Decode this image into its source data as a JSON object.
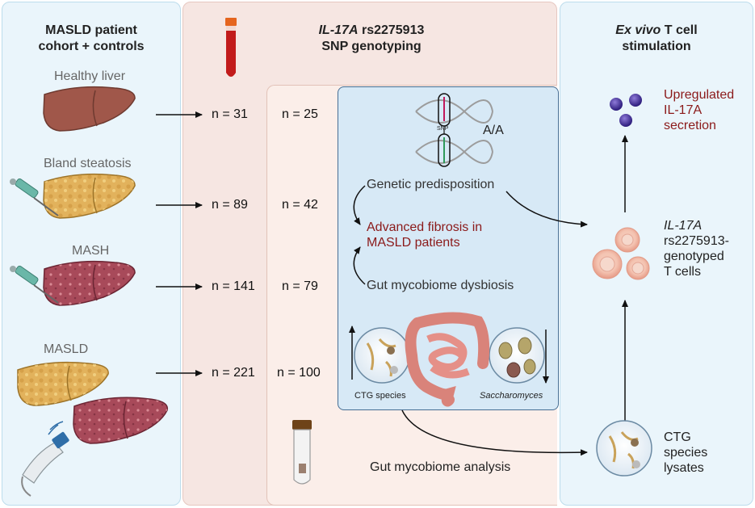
{
  "left_panel": {
    "title_line1": "MASLD patient",
    "title_line2": "cohort + controls",
    "groups": [
      {
        "label": "Healthy liver",
        "n_total": "n = 31",
        "n_genotyped": "n = 25"
      },
      {
        "label": "Bland steatosis",
        "n_total": "n = 89",
        "n_genotyped": "n = 42"
      },
      {
        "label": "MASH",
        "n_total": "n = 141",
        "n_genotyped": "n = 79"
      },
      {
        "label": "MASLD",
        "n_total": "n = 221",
        "n_genotyped": "n = 100"
      }
    ]
  },
  "middle_panel": {
    "title_italic": "IL-17A",
    "title_rest": " rs2275913",
    "title_line2": "SNP genotyping",
    "snp_label": "SNP",
    "genotype": "A/A",
    "genetic_predisposition": "Genetic predisposition",
    "fibrosis_line1": "Advanced fibrosis in",
    "fibrosis_line2": "MASLD patients",
    "dysbiosis": "Gut mycobiome dysbiosis",
    "ctg_species": "CTG species",
    "saccharomyces": "Saccharomyces",
    "gut_analysis": "Gut mycobiome analysis"
  },
  "right_panel": {
    "title_italic": "Ex vivo",
    "title_rest": " T cell",
    "title_line2": "stimulation",
    "upregulated_line1": "Upregulated",
    "upregulated_line2": "IL-17A",
    "upregulated_line3": "secretion",
    "tcells_italic": "IL-17A",
    "tcells_line2": "rs2275913-",
    "tcells_line3": "genotyped",
    "tcells_line4": "T cells",
    "lysates_line1": "CTG",
    "lysates_line2": "species",
    "lysates_line3": "lysates"
  },
  "colors": {
    "liver_healthy": "#a0574a",
    "liver_steatosis": "#e2b25c",
    "liver_mash": "#a84a5a",
    "dark_red_text": "#8b1a1a",
    "mycobiome_panel": "#d7e9f6"
  }
}
